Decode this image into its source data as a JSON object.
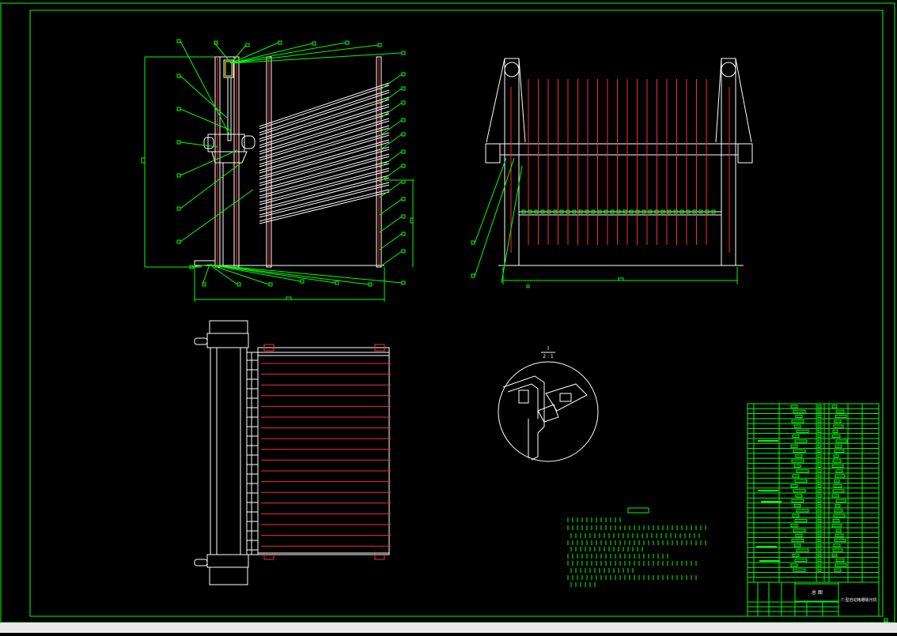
{
  "drawing": {
    "colors": {
      "background": "#000000",
      "frame": "#00ff00",
      "outline": "#ffffff",
      "accent": "#ff2a2a",
      "highlight": "#ffff00"
    },
    "detail_view": {
      "label_top": "I",
      "label_bottom": "2 : 1"
    },
    "title_block": {
      "title": "总 图",
      "drawing_name": "Γ-型自动格栅除污机"
    }
  }
}
